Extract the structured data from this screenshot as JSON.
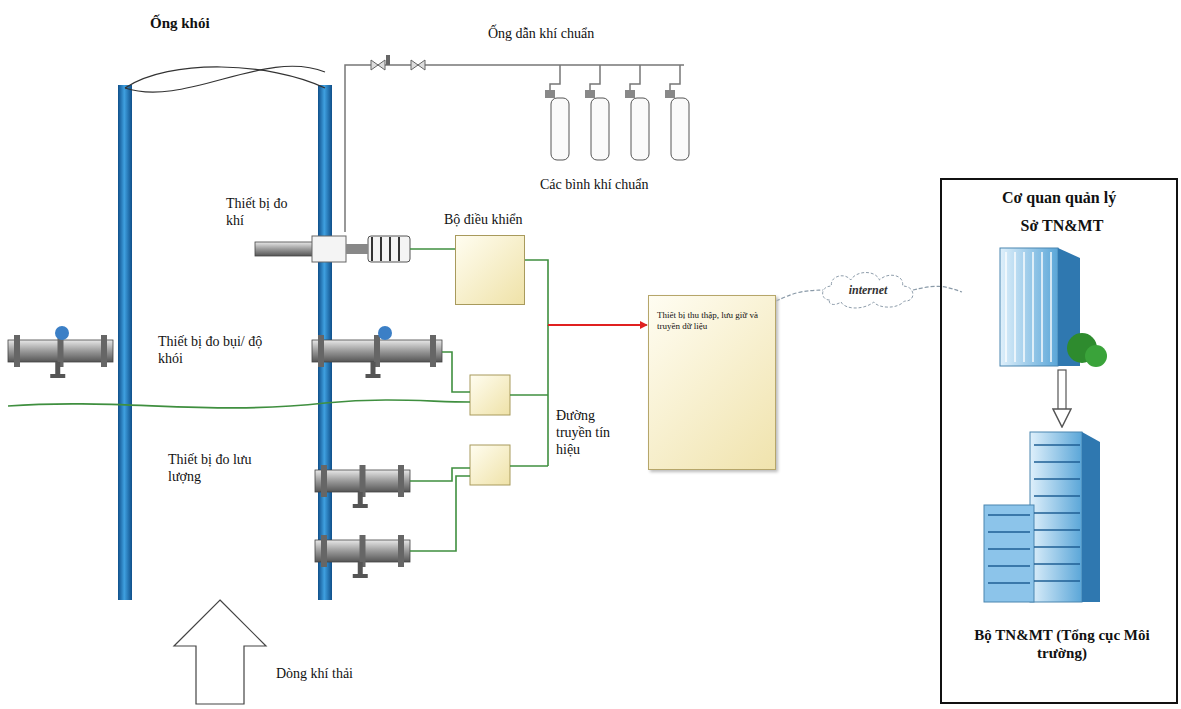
{
  "diagram": {
    "nodes": [
      {
        "text": [
          "Bộ điều khiển"
        ]
      },
      {
        "text": [
          "Thiết bị thu thập, lưu giữ và truyền dữ liệu"
        ]
      },
      {
        "text": [
          "internet"
        ]
      },
      {
        "text": [
          "Cơ quan quản lý"
        ]
      },
      {
        "text": [
          "Sở TN&MT"
        ],
        "in": 3
      },
      {
        "text": [
          "Bộ TN&MT (Tổng cục Môi trường)"
        ],
        "in": 3
      }
    ],
    "edges": [
      {
        "from": 0,
        "to": 1,
        "arrow": "to"
      },
      {
        "from": 1,
        "to": 2,
        "arrow": "none"
      },
      {
        "from": 2,
        "to": 4,
        "arrow": "none"
      },
      {
        "from": 4,
        "to": 5,
        "arrow": "to"
      }
    ],
    "labels": [
      "Ống khói",
      "Ống dẫn khí chuẩn",
      "Các bình khí chuẩn",
      "Thiết bị đo khí",
      "Thiết bị đo bụi/ độ khói",
      "Thiết bị đo lưu lượng",
      "Đường truyền tín hiệu",
      "Dòng khí thải"
    ]
  }
}
